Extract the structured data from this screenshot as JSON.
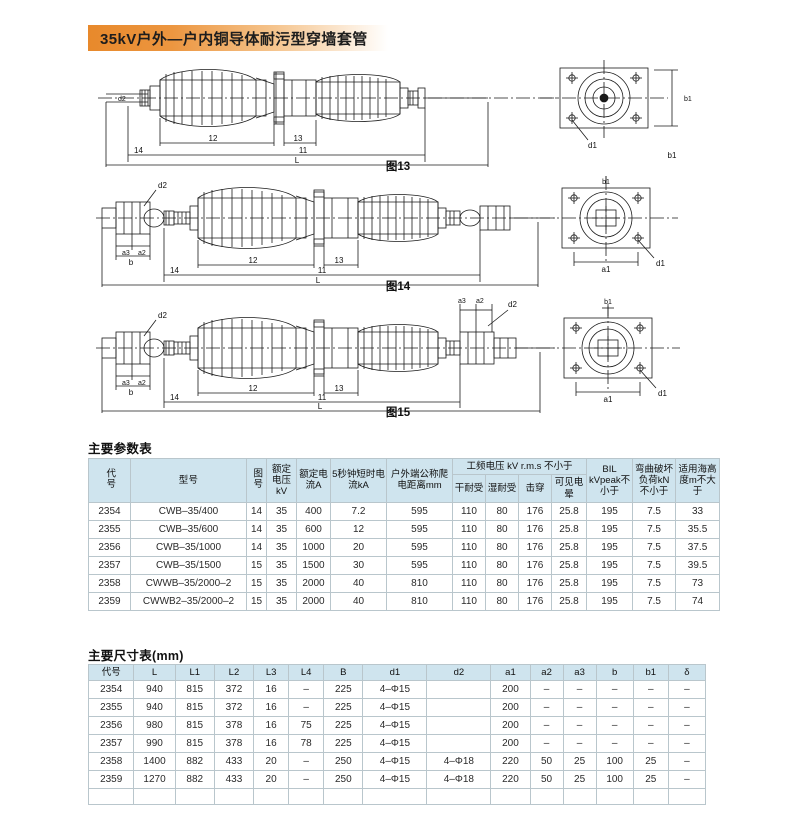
{
  "title": "35kV户外—户内铜导体耐污型穿墙套管",
  "figures": [
    {
      "caption": "图13",
      "labels": [
        "d2",
        "12",
        "13",
        "14",
        "11",
        "L",
        "d1",
        "b1"
      ]
    },
    {
      "caption": "图14",
      "labels": [
        "d2",
        "a3",
        "a2",
        "b",
        "12",
        "13",
        "14",
        "11",
        "L",
        "a1",
        "d1",
        "b1"
      ]
    },
    {
      "caption": "图15",
      "labels": [
        "d2",
        "a3",
        "a2",
        "b",
        "b1",
        "12",
        "13",
        "14",
        "11",
        "L",
        "a1",
        "d1"
      ]
    }
  ],
  "params_section": {
    "title": "主要参数表",
    "headers": {
      "code": "代号",
      "model": "型号",
      "fig_no": "图号",
      "rated_voltage": "额定电压kV",
      "rated_current": "额定电流A",
      "short_time_current": "5秒钟短时电流kA",
      "creepage": "户外端公称爬电距离mm",
      "power_freq_group": "工频电压 kV r.m.s 不小于",
      "dry": "干耐受",
      "wet": "湿耐受",
      "puncture": "击穿",
      "corona": "可见电晕",
      "bil": "BIL kVpeak不小于",
      "bending": "弯曲破坏负荷kN不小于",
      "altitude": "适用海高度m不大于"
    },
    "rows": [
      {
        "code": "2354",
        "model": "CWB–35/400",
        "fig_no": "14",
        "rated_voltage": "35",
        "rated_current": "400",
        "short_time_current": "7.2",
        "creepage": "595",
        "dry": "110",
        "wet": "80",
        "puncture": "176",
        "corona": "25.8",
        "bil": "195",
        "bending": "7.5",
        "altitude": "33"
      },
      {
        "code": "2355",
        "model": "CWB–35/600",
        "fig_no": "14",
        "rated_voltage": "35",
        "rated_current": "600",
        "short_time_current": "12",
        "creepage": "595",
        "dry": "110",
        "wet": "80",
        "puncture": "176",
        "corona": "25.8",
        "bil": "195",
        "bending": "7.5",
        "altitude": "35.5"
      },
      {
        "code": "2356",
        "model": "CWB–35/1000",
        "fig_no": "14",
        "rated_voltage": "35",
        "rated_current": "1000",
        "short_time_current": "20",
        "creepage": "595",
        "dry": "110",
        "wet": "80",
        "puncture": "176",
        "corona": "25.8",
        "bil": "195",
        "bending": "7.5",
        "altitude": "37.5"
      },
      {
        "code": "2357",
        "model": "CWB–35/1500",
        "fig_no": "15",
        "rated_voltage": "35",
        "rated_current": "1500",
        "short_time_current": "30",
        "creepage": "595",
        "dry": "110",
        "wet": "80",
        "puncture": "176",
        "corona": "25.8",
        "bil": "195",
        "bending": "7.5",
        "altitude": "39.5"
      },
      {
        "code": "2358",
        "model": "CWWB–35/2000–2",
        "fig_no": "15",
        "rated_voltage": "35",
        "rated_current": "2000",
        "short_time_current": "40",
        "creepage": "810",
        "dry": "110",
        "wet": "80",
        "puncture": "176",
        "corona": "25.8",
        "bil": "195",
        "bending": "7.5",
        "altitude": "73"
      },
      {
        "code": "2359",
        "model": "CWWB2–35/2000–2",
        "fig_no": "15",
        "rated_voltage": "35",
        "rated_current": "2000",
        "short_time_current": "40",
        "creepage": "810",
        "dry": "110",
        "wet": "80",
        "puncture": "176",
        "corona": "25.8",
        "bil": "195",
        "bending": "7.5",
        "altitude": "74"
      }
    ]
  },
  "dims_section": {
    "title": "主要尺寸表(mm)",
    "headers": [
      "代号",
      "L",
      "L1",
      "L2",
      "L3",
      "L4",
      "B",
      "d1",
      "d2",
      "a1",
      "a2",
      "a3",
      "b",
      "b1",
      "δ"
    ],
    "rows": [
      [
        "2354",
        "940",
        "815",
        "372",
        "16",
        "–",
        "225",
        "4–Φ15",
        "",
        "200",
        "–",
        "–",
        "–",
        "–",
        "–"
      ],
      [
        "2355",
        "940",
        "815",
        "372",
        "16",
        "–",
        "225",
        "4–Φ15",
        "",
        "200",
        "–",
        "–",
        "–",
        "–",
        "–"
      ],
      [
        "2356",
        "980",
        "815",
        "378",
        "16",
        "75",
        "225",
        "4–Φ15",
        "",
        "200",
        "–",
        "–",
        "–",
        "–",
        "–"
      ],
      [
        "2357",
        "990",
        "815",
        "378",
        "16",
        "78",
        "225",
        "4–Φ15",
        "",
        "200",
        "–",
        "–",
        "–",
        "–",
        "–"
      ],
      [
        "2358",
        "1400",
        "882",
        "433",
        "20",
        "–",
        "250",
        "4–Φ15",
        "4–Φ18",
        "220",
        "50",
        "25",
        "100",
        "25",
        "–"
      ],
      [
        "2359",
        "1270",
        "882",
        "433",
        "20",
        "–",
        "250",
        "4–Φ15",
        "4–Φ18",
        "220",
        "50",
        "25",
        "100",
        "25",
        "–"
      ],
      [
        "",
        "",
        "",
        "",
        "",
        "",
        "",
        "",
        "",
        "",
        "",
        "",
        "",
        "",
        ""
      ]
    ]
  },
  "colors": {
    "accent_orange": "#e8892b",
    "table_header_blue": "#cfe4ee",
    "border_gray": "#b9c6cc"
  }
}
